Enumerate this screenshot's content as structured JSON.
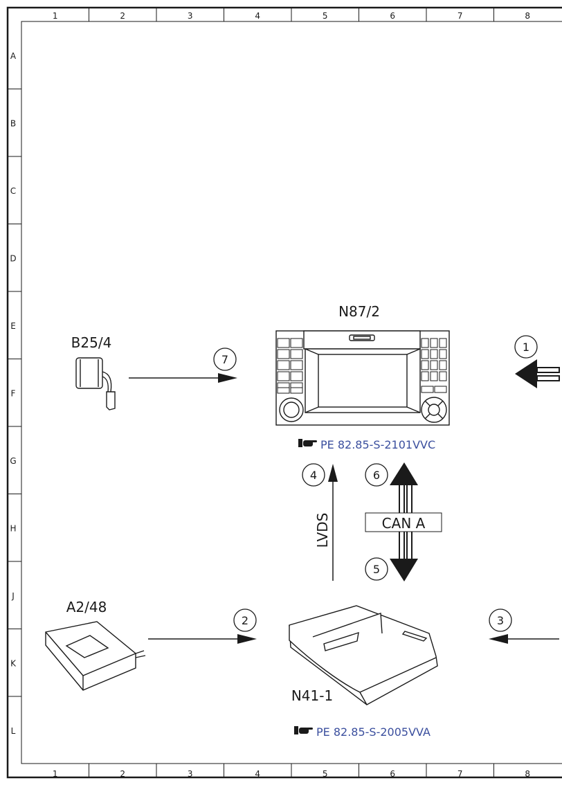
{
  "grid": {
    "columns": [
      "1",
      "2",
      "3",
      "4",
      "5",
      "6",
      "7",
      "8"
    ],
    "rows": [
      "A",
      "B",
      "C",
      "D",
      "E",
      "F",
      "G",
      "H",
      "J",
      "K",
      "L"
    ]
  },
  "components": {
    "b25_4": "B25/4",
    "n87_2": "N87/2",
    "a2_48": "A2/48",
    "n41_1": "N41-1"
  },
  "connections": {
    "c1": "1",
    "c2": "2",
    "c3": "3",
    "c4": "4",
    "c5": "5",
    "c6": "6",
    "c7": "7"
  },
  "bus_labels": {
    "lvds": "LVDS",
    "can_a": "CAN A"
  },
  "references": {
    "n87_2_ref": "PE 82.85-S-2101VVC",
    "n41_1_ref": "PE 82.85-S-2005VVA"
  },
  "colors": {
    "reference_link": "#3b4f9e",
    "line": "#1a1a1a"
  },
  "icons": {
    "reference": "pointing-hand-icon"
  }
}
